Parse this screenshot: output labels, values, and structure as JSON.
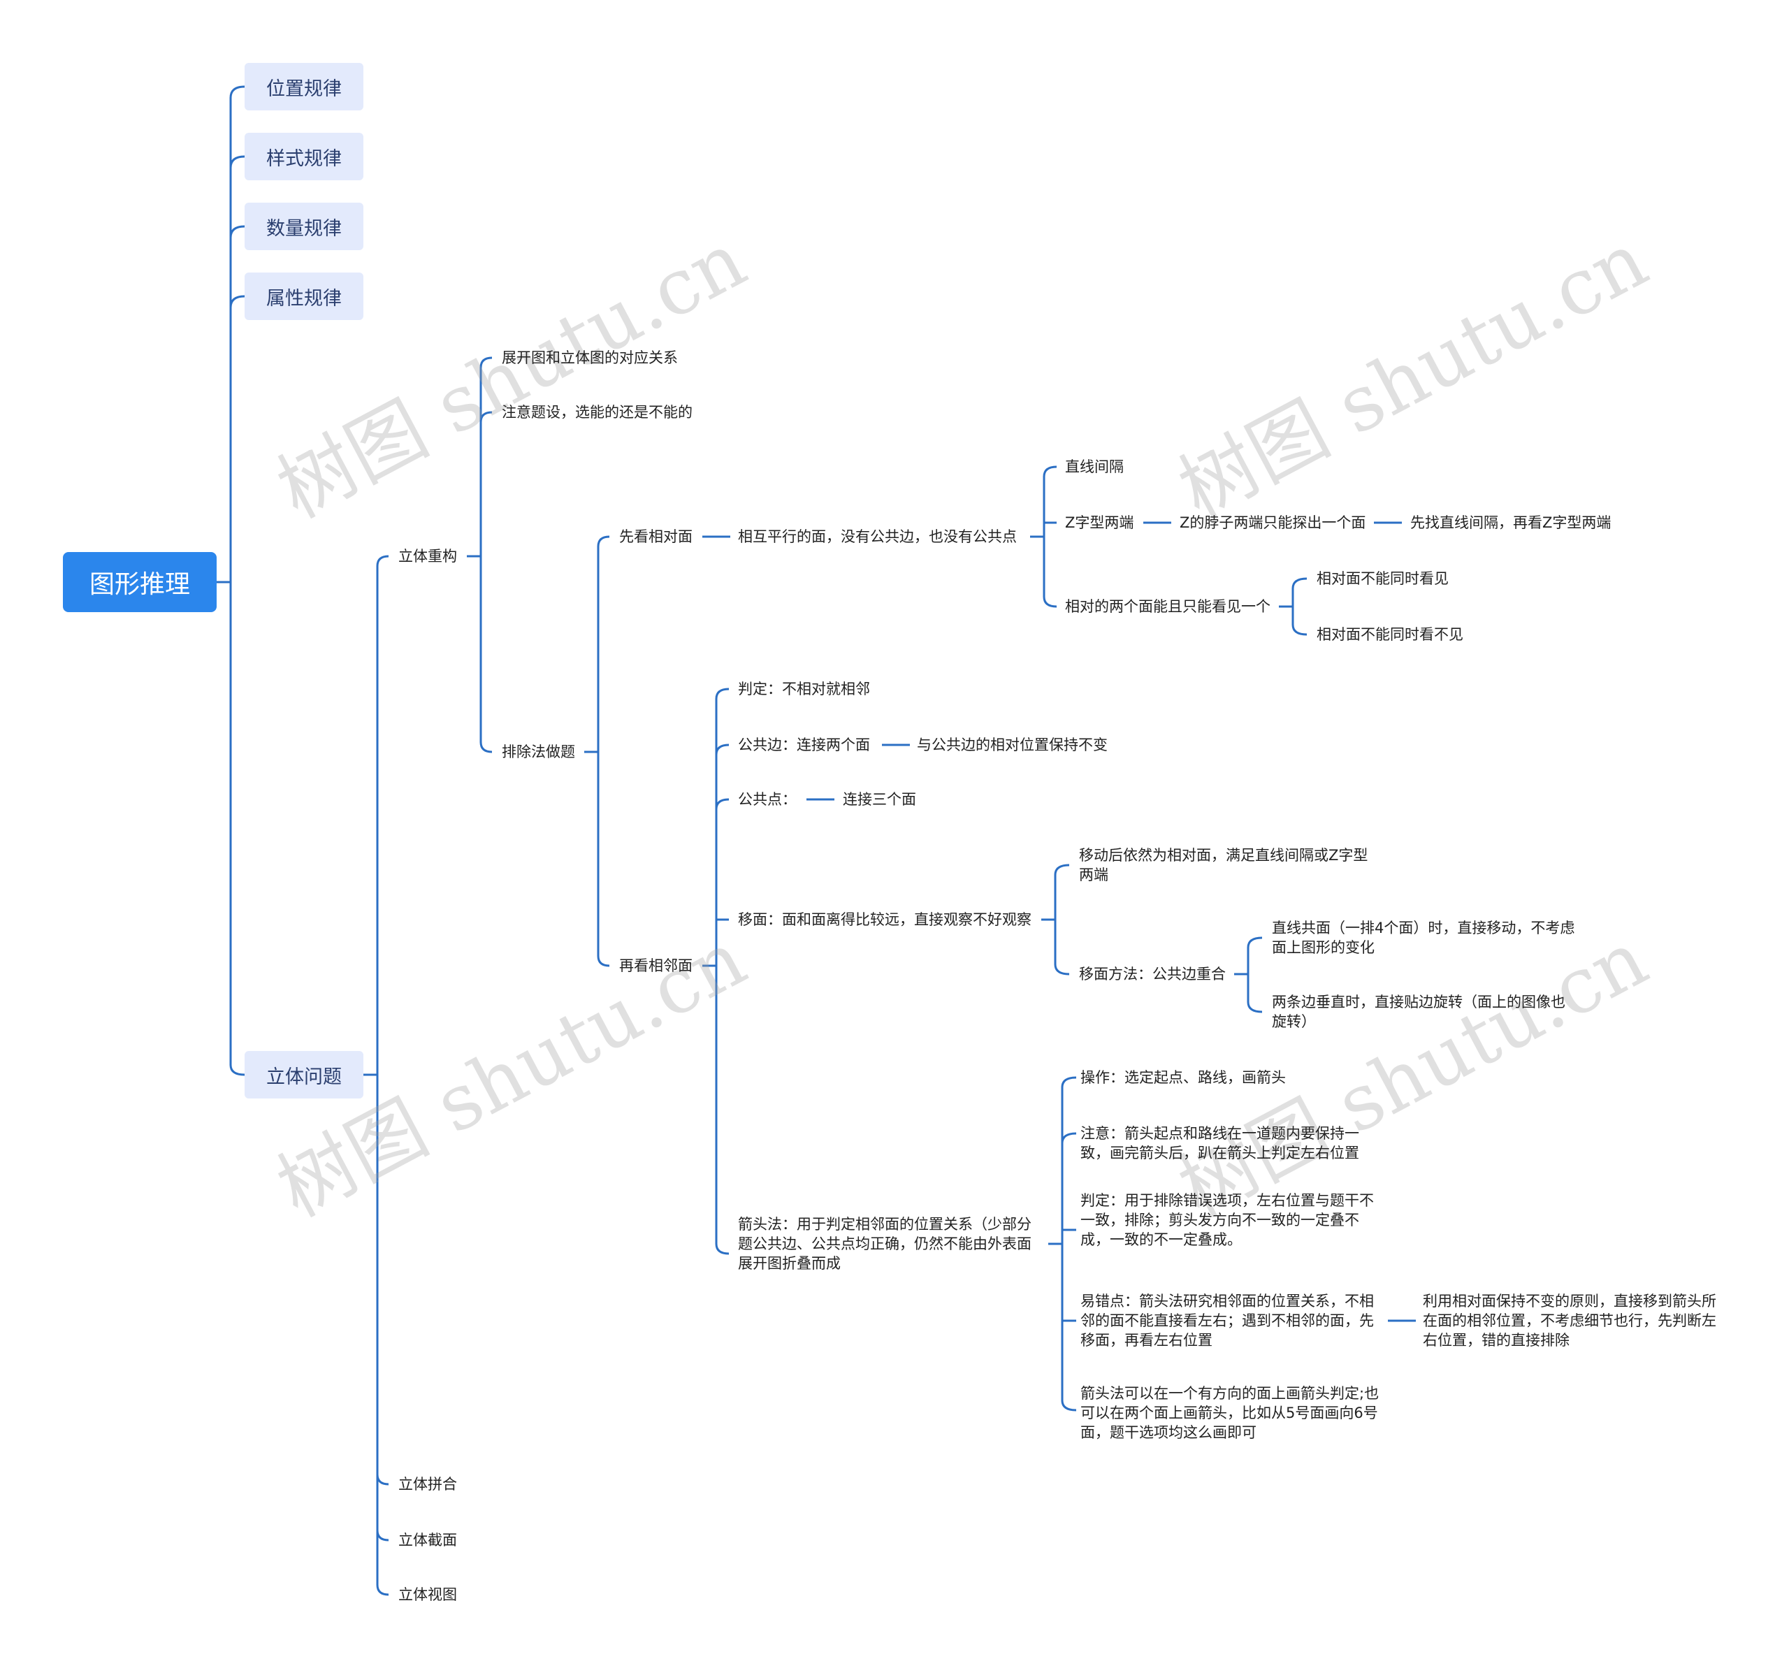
{
  "root": "图形推理",
  "level1": [
    "位置规律",
    "样式规律",
    "数量规律",
    "属性规律",
    "立体问题"
  ],
  "solid": {
    "rebuild": "立体重构",
    "splice": "立体拼合",
    "section": "立体截面",
    "view": "立体视图"
  },
  "rebuild": {
    "correspond": "展开图和立体图的对应关系",
    "note": "注意题设，选能的还是不能的",
    "exclude": "排除法做题"
  },
  "exclude": {
    "opposite": "先看相对面",
    "adjacent": "再看相邻面"
  },
  "opposite": {
    "parallel": "相互平行的面，没有公共边，也没有公共点",
    "straight": "直线间隔",
    "zshape": "Z字型两端",
    "zneck": "Z的脖子两端只能探出一个面",
    "zfirst": "先找直线间隔，再看Z字型两端",
    "onlyone": "相对的两个面能且只能看见一个",
    "cantsee": "相对面不能同时看见",
    "cantnot": "相对面不能同时看不见"
  },
  "adjacent": {
    "judge": "判定：不相对就相邻",
    "edge": "公共边：连接两个面",
    "edge_keep": "与公共边的相对位置保持不变",
    "point": "公共点：",
    "point_three": "连接三个面",
    "move": "移面：面和面离得比较远，直接观察不好观察",
    "move_still": "移动后依然为相对面，满足直线间隔或Z字型两端",
    "move_method": "移面方法：公共边重合",
    "move_line": "直线共面（一排4个面）时，直接移动，不考虑面上图形的变化",
    "move_perp": "两条边垂直时，直接贴边旋转（面上的图像也旋转）",
    "arrow": "箭头法：用于判定相邻面的位置关系（少部分题公共边、公共点均正确，仍然不能由外表面展开图折叠而成",
    "arrow_op": "操作：选定起点、路线，画箭头",
    "arrow_note": "注意：箭头起点和路线在一道题内要保持一致，画完箭头后，趴在箭头上判定左右位置",
    "arrow_judge": "判定：用于排除错误选项，左右位置与题干不一致，排除；剪头发方向不一致的一定叠不成，一致的不一定叠成。",
    "arrow_error": "易错点：箭头法研究相邻面的位置关系，不相邻的面不能直接看左右；遇到不相邻的面，先移面，再看左右位置",
    "arrow_error_sub": "利用相对面保持不变的原则，直接移到箭头所在面的相邻位置，不考虑细节也行，先判断左右位置，错的直接排除",
    "arrow_tip": "箭头法可以在一个有方向的面上画箭头判定;也可以在两个面上画箭头，比如从5号面画向6号面，题干选项均这么画即可"
  },
  "watermark": "树图 shutu.cn",
  "colors": {
    "line": "#2b6fc4",
    "root": "#2b86ec",
    "level1": "#e3eafc"
  }
}
